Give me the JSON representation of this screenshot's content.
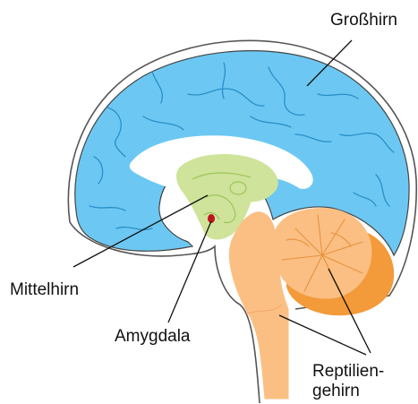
{
  "labels": {
    "grosshirn": "Großhirn",
    "mittelhirn": "Mittelhirn",
    "amygdala": "Amygdala",
    "reptilien_line1": "Reptilien-",
    "reptilien_line2": "gehirn"
  },
  "colors": {
    "cerebrum": "#6cc8f2",
    "cerebrum_sulci": "#2a8fc8",
    "midbrain": "#cfe39a",
    "midbrain_lines": "#9cc45c",
    "brainstem": "#fbbf84",
    "cerebellum": "#fbbf84",
    "cerebellum_dark": "#f39a3a",
    "cerebellum_lines": "#e8923a",
    "amygdala": "#c0131d",
    "outline": "#555555",
    "leader_lines": "#111111"
  }
}
